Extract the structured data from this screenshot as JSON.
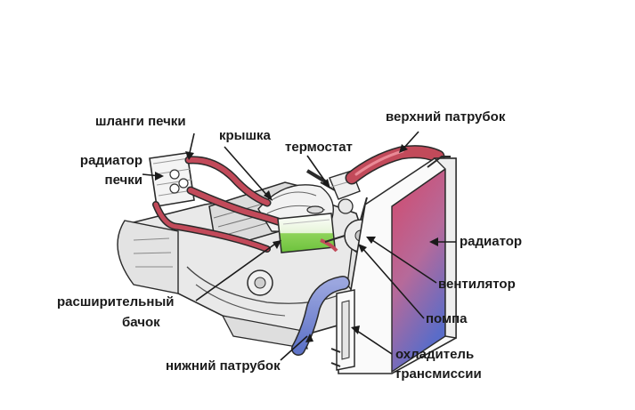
{
  "labels": {
    "heater_hoses": "шланги печки",
    "heater_radiator_line1": "радиатор",
    "heater_radiator_line2": "печки",
    "cap": "крышка",
    "thermostat": "термостат",
    "upper_hose": "верхний патрубок",
    "radiator": "радиатор",
    "fan": "вентилятор",
    "expansion_tank_line1": "расширительный",
    "expansion_tank_line2": "бачок",
    "pump": "помпа",
    "lower_hose": "нижний патрубок",
    "trans_cooler_line1": "охладитель",
    "trans_cooler_line2": "трансмиссии"
  },
  "colors": {
    "hose_red": "#c24a5a",
    "hose_blue": "#6f7fc4",
    "radiator_top": "#d4486a",
    "radiator_bottom": "#5a6cc8",
    "engine_line": "#2a2a2a",
    "engine_fill": "#e9e9e9",
    "coolant_green": "#7fcf4a"
  }
}
